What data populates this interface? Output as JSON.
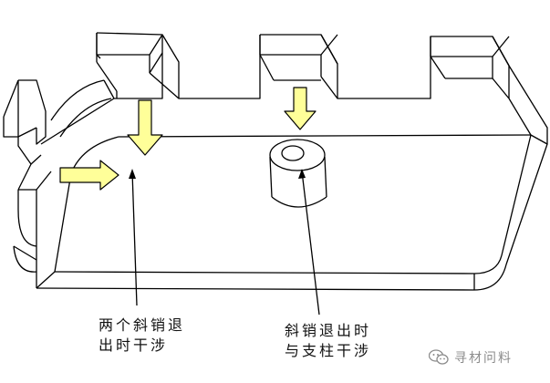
{
  "annotations": {
    "left": {
      "line1": "两个斜销退",
      "line2": "出时干涉"
    },
    "right": {
      "line1": "斜销退出时",
      "line2": "与支柱干涉"
    }
  },
  "watermark": {
    "text": "寻材问料",
    "icon": "wechat-icon"
  },
  "colors": {
    "arrow_fill": "#ffff99",
    "stroke": "#000000"
  }
}
